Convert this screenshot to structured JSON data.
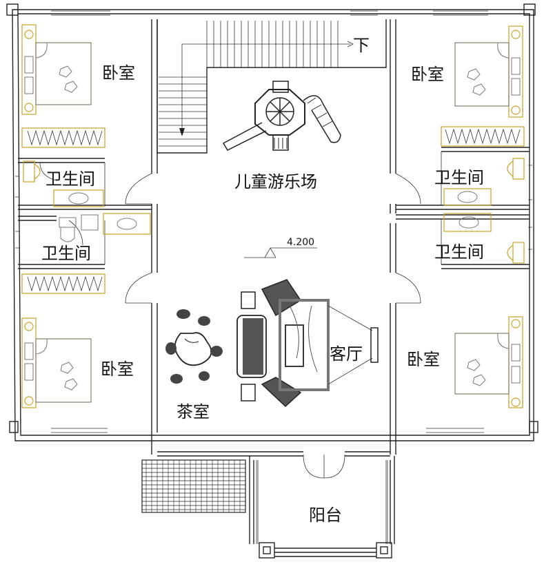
{
  "rooms": {
    "bedroom_top_left": "卧室",
    "bedroom_top_right": "卧室",
    "bedroom_bottom_left": "卧室",
    "bedroom_bottom_right": "卧室",
    "bathroom_top_left": "卫生间",
    "bathroom_bottom_left": "卫生间",
    "bathroom_top_right": "卫生间",
    "bathroom_bottom_right": "卫生间",
    "playground": "儿童游乐场",
    "tea_room": "茶室",
    "living_room": "客厅",
    "balcony": "阳台"
  },
  "stairs": {
    "down_label": "下"
  },
  "elevation": {
    "value": "4.200"
  },
  "colors": {
    "wall": "#222222",
    "fixture_gold": "#c9a227",
    "fixture_gray": "#777777"
  }
}
